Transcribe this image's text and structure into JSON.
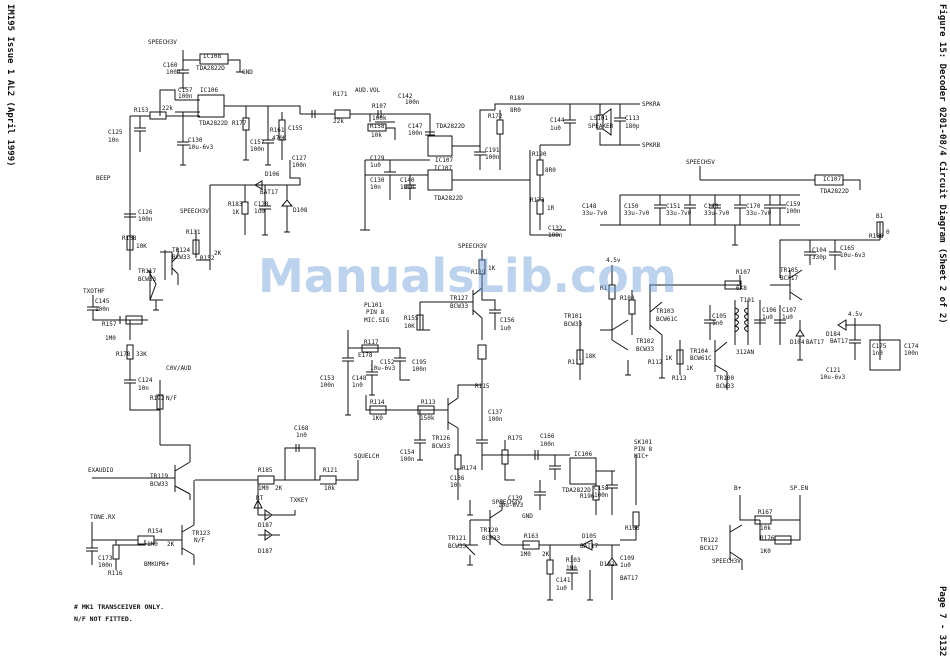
{
  "watermark": "ManualsLib.com",
  "side_left": "IM195 Issue 1 AL2 (April 1999)",
  "side_right_title": "Figure 15: Decoder 0201-08/4 Circuit Diagram (Sheet 2 of 2)",
  "side_right_page": "Page 7 - 3132",
  "footnotes": [
    "# MK1 TRANSCEIVER ONLY.",
    "N/F NOT FITTED."
  ],
  "labels": {
    "speech3v_a": "SPEECH3V",
    "ic108_top": "IC108",
    "tda_top": "TDA2822D",
    "gnd_top": "GND",
    "c160": "C160",
    "c160v": "100n",
    "ic106": "IC106",
    "tda106": "TDA2822D",
    "c157": "C157",
    "c157v": "100n",
    "r153": "R153",
    "r153v": "22k",
    "c125": "C125",
    "c125v": "10n",
    "c130": "C130",
    "c130v": "10u-6v3",
    "r177": "R177",
    "r177v": "1K",
    "c157b": "C157",
    "c157bv": "100n",
    "r161": "R161",
    "r161v": "470K",
    "c155": "C155",
    "c127": "C127",
    "c127v": "100n",
    "d106": "D106",
    "d106t": "BAT17",
    "d108": "D108",
    "c128": "C128",
    "c128v": "1u0",
    "r183": "R183",
    "r183v": "1K",
    "r171": "R171",
    "r171v": "22k",
    "audvol": "AUD.VOL",
    "r107": "R107",
    "r107v": "100k",
    "c142": "C142",
    "c142v": "100n",
    "r158": "R158",
    "r158v": "10k",
    "c147": "C147",
    "c147v": "100n",
    "ic107a": "IC107",
    "tda107a": "TDA2822D",
    "r189": "R189",
    "r189v": "8R0",
    "r172": "R172",
    "r172v": "1R",
    "c144": "C144",
    "c144v": "1u0",
    "ls101": "LS101",
    "ls101t": "SPEAKER",
    "c113": "C113",
    "c113v": "180p",
    "spkra": "SPKRA",
    "spkrb": "SPKRB",
    "c191": "C191",
    "c191v": "100n",
    "c129": "C129",
    "c129v": "1u0",
    "ic107b": "IC107",
    "c130b": "C130",
    "c130bv": "10n",
    "c140": "C140",
    "c140v": "100n",
    "tda107b": "TDA2822D",
    "r190": "R190",
    "r190v": "8R0",
    "r173": "R173",
    "r173v": "1R",
    "c132": "C132",
    "c132v": "100n",
    "speech5v": "SPEECH5V",
    "ic107c": "IC107",
    "tda107c": "TDA2822D",
    "c148": "C148",
    "c148v": "33u-7v0",
    "c150": "C150",
    "c150v": "33u-7v0",
    "c151": "C151",
    "c151v": "33u-7v0",
    "c140b": "C140",
    "c140bv": "33u-7v0",
    "c170": "C170",
    "c170v": "33u-7v0",
    "c159": "C159",
    "c159v": "100n",
    "beep": "BEEP",
    "c126": "C126",
    "c126v": "100n",
    "r168": "R168",
    "r168v": "10K",
    "speech3v_b": "SPEECH3V",
    "r131": "R131",
    "r131v": "10K",
    "r152": "R152",
    "r152v": "2K",
    "tr124": "TR124",
    "tr124t": "BCW33",
    "tr117": "TR117",
    "tr117t": "BCW33",
    "txothf": "TXOTHF",
    "c145": "C145",
    "c145v": "100n",
    "r157": "R157",
    "r157v": "1M0",
    "r178": "R178",
    "r178v": "33K",
    "c124": "C124",
    "c124v": "10n",
    "c0vaud": "C0V/AUD",
    "r192": "R192",
    "r192v": "N/F",
    "pl101": "PL101",
    "pl101p": "PIN 8",
    "pl101m": "MIC.SIG",
    "speech3v_c": "SPEECH3V",
    "r119": "R119",
    "r119v": "1K",
    "tr127": "TR127",
    "tr127t": "BCW33",
    "c156": "C156",
    "c156v": "1u0",
    "r155": "R155",
    "r155v": "10K",
    "r117": "R117",
    "e178": "E178",
    "c152": "C152",
    "c152v": "10u-6v3",
    "c195": "C195",
    "c195v": "100n",
    "c153": "C153",
    "c153v": "100n",
    "c148b": "C148",
    "c148bv": "1n0",
    "r114": "R114",
    "r114v": "1K0",
    "r113": "R113",
    "r113v": "150k",
    "r115": "R115",
    "r115v": "10K",
    "c137": "C137",
    "c137v": "100n",
    "r175": "R175",
    "r175v": "1K",
    "c166": "C166",
    "c166v": "100n",
    "ic106b": "IC106",
    "tda106b": "TDA2822D",
    "c160b": "C160",
    "c160bv": "1n0",
    "tr126": "TR126",
    "tr126t": "BCW33",
    "c154": "C154",
    "c154v": "100n",
    "c136": "C136",
    "c136v": "10n",
    "r174": "R174",
    "r174v": "4K7",
    "c139": "C139",
    "c139v": "10u-6v3",
    "r196": "R196",
    "r196v": "10",
    "c158": "C158",
    "c158v": "100n",
    "gnd_mid": "GND",
    "exaudio": "EXAUDIO",
    "tr119": "TR119",
    "tr119t": "BCW33",
    "r185": "R185",
    "r185v": "1M0",
    "r185n": "2K",
    "c168": "C168",
    "c168v": "1n0",
    "r121": "R121",
    "r121v": "10k",
    "squelch": "SQUELCH",
    "rt": "RT",
    "d187": "D187",
    "d187b": "D187",
    "txkey": "TXKEY",
    "toneinx": "TONE.RX",
    "r154": "R154",
    "r154v": "1M0",
    "r154n": "2K",
    "tr123": "TR123",
    "tr123t": "N/F",
    "c173": "C173",
    "c173v": "100n",
    "r116": "R116",
    "r116v": "2K0",
    "bmkupb": "BMKUPB+",
    "sk101": "SK101",
    "sk101p": "PIN 8",
    "sk101m": "MIC+",
    "r166": "R166",
    "r166v": "1K",
    "speech3v_d": "SPEECH3V",
    "tr120": "TR120",
    "tr120t": "BCW33",
    "tr121": "TR121",
    "tr121t": "BCW33",
    "r163": "R163",
    "r163v": "1M0",
    "r163n": "2K",
    "d105": "D105",
    "d105t": "BAT17",
    "c109": "C109",
    "c109v": "1u0",
    "d102": "D102",
    "d102t": "BAT17",
    "r103": "R103",
    "r103v": "1M0",
    "c141": "C141",
    "c141v": "1u0",
    "b_plus": "B+",
    "spen": "SP.EN",
    "r167": "R167",
    "r167v": "10k",
    "r176": "R176",
    "r176v": "1K0",
    "tr122": "TR122",
    "tr122t": "BCX17",
    "speech3v_e": "SPEECH3V",
    "b1": "B1",
    "r188": "R188",
    "r188v": "0",
    "c104": "C104",
    "c104v": "330p",
    "c165": "C165",
    "c165v": "10u-6v3",
    "v45a": "4.5v",
    "r107b": "R107",
    "r107bv": "6K8",
    "tr105": "TR105",
    "tr105t": "BCX17",
    "r1a": "R1",
    "r1av": "1K",
    "r180": "R180",
    "r180v": "1K",
    "tr103": "TR103",
    "tr103t": "BCW61C",
    "tr101": "TR101",
    "tr101t": "BCW33",
    "t101": "T101",
    "t101v": "312AN",
    "c105": "C105",
    "c105v": "1n0",
    "c106": "C106",
    "c106v": "1u0",
    "c107": "C107",
    "c107v": "1u0",
    "d104": "D104",
    "d104t": "BAT17",
    "d184": "D184",
    "d184t": "BAT17",
    "v45b": "4.5v",
    "c175": "C175",
    "c175v": "1n0",
    "c174": "C174",
    "c174v": "100n",
    "c121": "C121",
    "c121v": "10u-6v3",
    "tr104": "TR104",
    "tr104t": "BCW61C",
    "tr102": "TR102",
    "tr102t": "BCW33",
    "tr100": "TR100",
    "tr100t": "BCW33",
    "r111": "R111",
    "r111v": "18K",
    "r112": "R112",
    "r112v": "1K",
    "r113b": "R113",
    "r113bv": "1K"
  }
}
